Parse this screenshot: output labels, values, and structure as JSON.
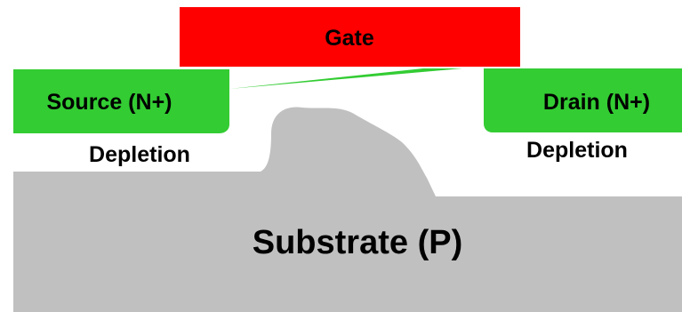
{
  "diagram": {
    "gate": {
      "label": "Gate"
    },
    "source": {
      "label": "Source (N+)"
    },
    "drain": {
      "label": "Drain (N+)"
    },
    "depletion_source": {
      "label": "Depletion"
    },
    "depletion_drain": {
      "label": "Depletion"
    },
    "substrate": {
      "label": "Substrate (P)"
    }
  },
  "colors": {
    "gate": "#ff0000",
    "source_drain": "#33cc33",
    "substrate": "#c0c0c0",
    "background": "#ffffff"
  }
}
